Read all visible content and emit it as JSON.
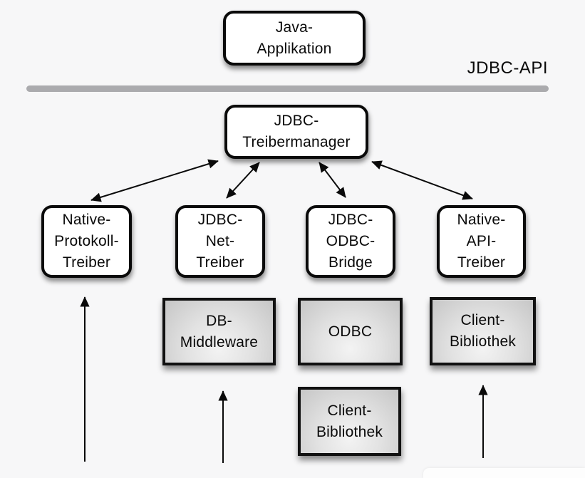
{
  "diagram": {
    "api_label": "JDBC-API",
    "nodes": {
      "java_app": {
        "label": "Java-\nApplikation",
        "style": "white-rounded"
      },
      "treibermanager": {
        "label": "JDBC-\nTreibermanager",
        "style": "white-rounded"
      },
      "native_protokoll": {
        "label": "Native-\nProtokoll-\nTreiber",
        "style": "white-rounded"
      },
      "jdbc_net": {
        "label": "JDBC-\nNet-\nTreiber",
        "style": "white-rounded"
      },
      "jdbc_odbc": {
        "label": "JDBC-\nODBC-\nBridge",
        "style": "white-rounded"
      },
      "native_api": {
        "label": "Native-\nAPI-\nTreiber",
        "style": "white-rounded"
      },
      "db_middleware": {
        "label": "DB-\nMiddleware",
        "style": "gray-rect"
      },
      "odbc": {
        "label": "ODBC",
        "style": "gray-rect"
      },
      "client_bibliothek_right": {
        "label": "Client-\nBibliothek",
        "style": "gray-rect"
      },
      "client_bibliothek_bottom": {
        "label": "Client-\nBibliothek",
        "style": "gray-rect"
      }
    },
    "edges": [
      {
        "from": "treibermanager",
        "to": "native_protokoll",
        "type": "bidirectional"
      },
      {
        "from": "treibermanager",
        "to": "jdbc_net",
        "type": "bidirectional"
      },
      {
        "from": "treibermanager",
        "to": "jdbc_odbc",
        "type": "bidirectional"
      },
      {
        "from": "treibermanager",
        "to": "native_api",
        "type": "bidirectional"
      },
      {
        "from": "bottom-edge",
        "to": "native_protokoll",
        "type": "up-arrow"
      },
      {
        "from": "bottom-edge",
        "to": "db_middleware",
        "type": "up-arrow"
      },
      {
        "from": "bottom-edge",
        "to": "client_bibliothek_right",
        "type": "up-arrow"
      }
    ],
    "colors": {
      "background": "#f7f7f8",
      "divider_line": "#ababae",
      "node_border": "#0a0a0a",
      "node_white_fill": "#ffffff",
      "node_gray_fill_light": "#f3f3f3",
      "node_gray_fill_dark": "#c6c6c6",
      "arrow": "#0a0a0a"
    }
  }
}
